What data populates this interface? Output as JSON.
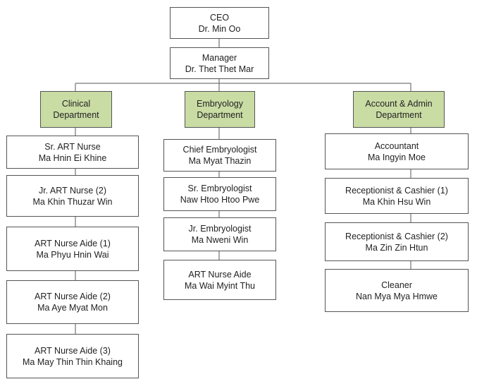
{
  "ceo": {
    "role": "CEO",
    "name": "Dr. Min Oo"
  },
  "manager": {
    "role": "Manager",
    "name": "Dr. Thet Thet Mar"
  },
  "departments": {
    "clinical": {
      "line1": "Clinical",
      "line2": "Department"
    },
    "embryology": {
      "line1": "Embryology",
      "line2": "Department"
    },
    "account": {
      "line1": "Account & Admin",
      "line2": "Department"
    }
  },
  "clinical_staff": [
    {
      "role": "Sr. ART Nurse",
      "name": "Ma Hnin Ei Khine"
    },
    {
      "role": "Jr. ART Nurse (2)",
      "name": "Ma Khin Thuzar Win"
    },
    {
      "role": "ART Nurse Aide (1)",
      "name": "Ma Phyu Hnin Wai"
    },
    {
      "role": "ART Nurse Aide (2)",
      "name": "Ma Aye Myat Mon"
    },
    {
      "role": "ART Nurse Aide (3)",
      "name": "Ma May Thin Thin Khaing"
    }
  ],
  "embryology_staff": [
    {
      "role": "Chief Embryologist",
      "name": "Ma Myat Thazin"
    },
    {
      "role": "Sr. Embryologist",
      "name": "Naw Htoo Htoo Pwe"
    },
    {
      "role": "Jr. Embryologist",
      "name": "Ma Nweni Win"
    },
    {
      "role": "ART Nurse Aide",
      "name": "Ma Wai Myint Thu"
    }
  ],
  "account_staff": [
    {
      "role": "Accountant",
      "name": "Ma Ingyin Moe"
    },
    {
      "role": "Receptionist & Cashier (1)",
      "name": "Ma Khin Hsu Win"
    },
    {
      "role": "Receptionist & Cashier (2)",
      "name": "Ma Zin Zin Htun"
    },
    {
      "role": "Cleaner",
      "name": "Nan Mya Mya Hmwe"
    }
  ]
}
